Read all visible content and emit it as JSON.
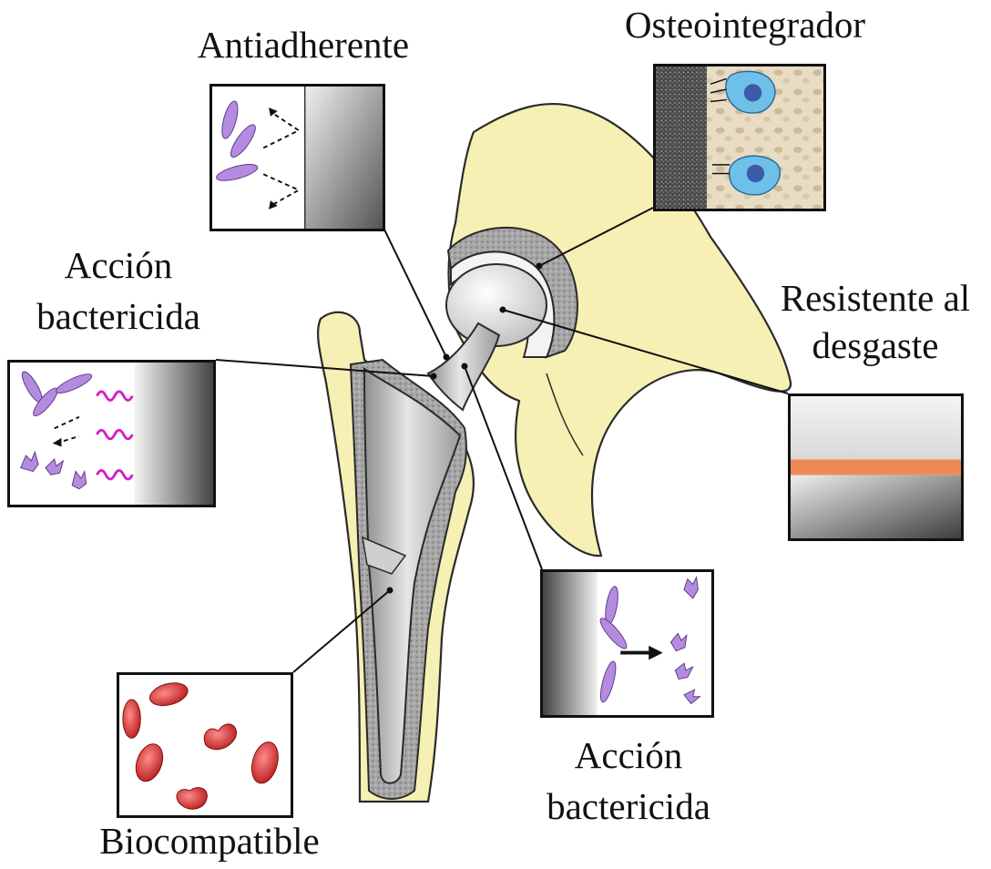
{
  "labels": {
    "antiadherente": "Antiadherente",
    "osteointegrador": "Osteointegrador",
    "accion_bactericida_left_line1": "Acción",
    "accion_bactericida_left_line2": "bactericida",
    "resistente_line1": "Resistente al",
    "resistente_line2": "desgaste",
    "accion_bactericida_bottom_line1": "Acción",
    "accion_bactericida_bottom_line2": "bactericida",
    "biocompatible": "Biocompatible"
  },
  "colors": {
    "bone": "#f6f0b4",
    "bone_outline": "#2a2a2a",
    "implant_metal": "#bdbdbd",
    "cement": "#9a9a9a",
    "bacteria": "#b58be0",
    "polymer": "#d21fc8",
    "coating_stripe": "#ee8a55",
    "red_cell": "#d92b2b",
    "osteoblast": "#6ec0e8"
  },
  "icons": {
    "panel_antiadherente": "bacteria-repelled-icon",
    "panel_osteointegrador": "osteoblast-cells-icon",
    "panel_bactericida_left": "bacteria-killed-by-polymer-icon",
    "panel_resistente": "wear-resistant-coating-icon",
    "panel_bactericida_bottom": "bacteria-lysed-icon",
    "panel_biocompatible": "red-blood-cells-icon"
  }
}
